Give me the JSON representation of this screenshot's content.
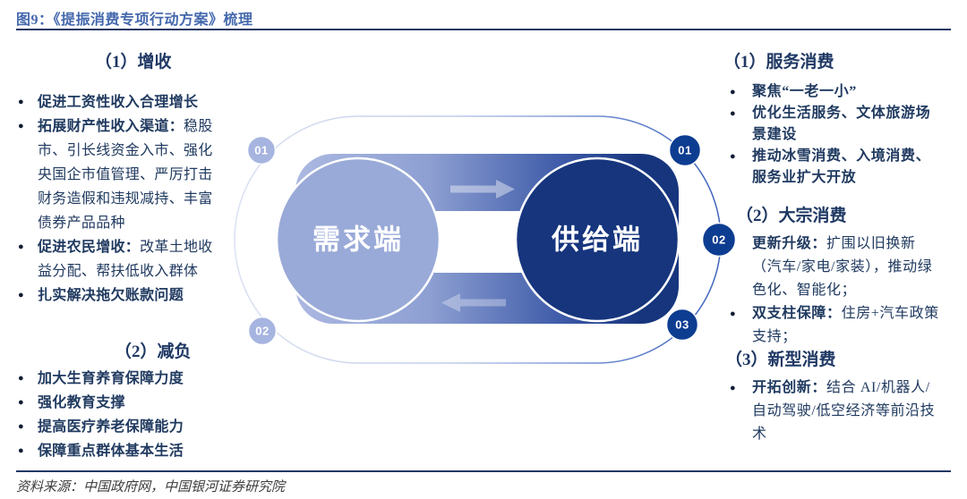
{
  "header": {
    "title": "图9：《提振消费专项行动方案》梳理"
  },
  "footer": {
    "source": "资料来源：中国政府网，中国银河证券研究院"
  },
  "left_panel": {
    "sections": [
      {
        "heading": "（1）增收",
        "bullets": [
          {
            "lead": "促进工资性收入合理增长",
            "rest": ""
          },
          {
            "lead": "拓展财产性收入渠道：",
            "rest": "稳股市、引长线资金入市、强化央国企市值管理、严厉打击财务造假和违规减持、丰富债券产品品种"
          },
          {
            "lead": "促进农民增收：",
            "rest": "改革土地收益分配、帮扶低收入群体"
          },
          {
            "lead": "扎实解决拖欠账款问题",
            "rest": ""
          }
        ]
      },
      {
        "heading": "（2）减负",
        "bullets": [
          {
            "lead": "加大生育养育保障力度",
            "rest": ""
          },
          {
            "lead": "强化教育支撑",
            "rest": ""
          },
          {
            "lead": "提高医疗养老保障能力",
            "rest": ""
          },
          {
            "lead": "保障重点群体基本生活",
            "rest": ""
          }
        ]
      }
    ]
  },
  "right_panel": {
    "sections": [
      {
        "heading": "（1）服务消费",
        "bullets": [
          {
            "lead": "聚焦“一老一小”",
            "rest": ""
          },
          {
            "lead": "优化生活服务、文体旅游场景建设",
            "rest": ""
          },
          {
            "lead": "推动冰雪消费、入境消费、服务业扩大开放",
            "rest": ""
          }
        ]
      },
      {
        "heading": "（2）大宗消费",
        "bullets": [
          {
            "lead": "更新升级：",
            "rest": "扩围以旧换新（汽车/家电/家装），推动绿色化、智能化；"
          },
          {
            "lead": "双支柱保障：",
            "rest": "住房+汽车政策支持；"
          }
        ]
      },
      {
        "heading": "（3）新型消费",
        "bullets": [
          {
            "lead": "开拓创新：",
            "rest": "结合 AI/机器人/自动驾驶/低空经济等前沿技术"
          }
        ]
      }
    ]
  },
  "diagram": {
    "demand_label": "需求端",
    "supply_label": "供给端",
    "left_badges": [
      "01",
      "02"
    ],
    "right_badges": [
      "01",
      "02",
      "03"
    ],
    "colors": {
      "light_circle": "#99aad8",
      "light_badge": "#a6b4e0",
      "dark_circle": "#16357d",
      "dark_badge": "#0d3d91",
      "accent_line": "#1f3864",
      "title_blue": "#4468ad"
    }
  }
}
